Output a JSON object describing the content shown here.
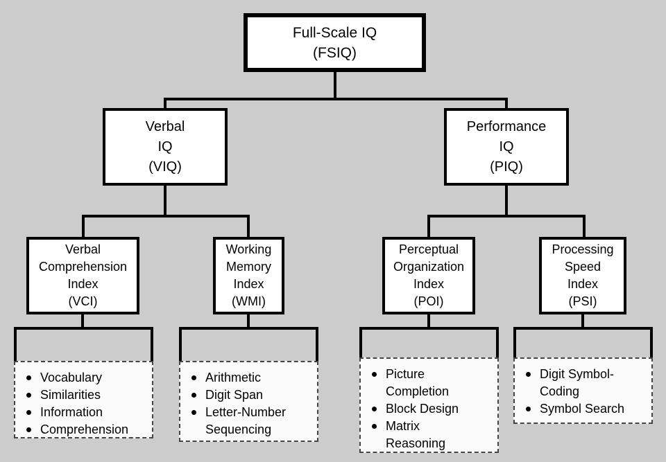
{
  "diagram": {
    "title": "Full-Scale IQ hierarchical structure",
    "background_color": "#cccccc",
    "box_fill": "#ffffff",
    "line_color": "#000000",
    "dashed_box_fill": "#fbfbfb",
    "dashed_border_color": "#444444"
  },
  "root": {
    "line1": "Full-Scale IQ",
    "line2": "(FSIQ)"
  },
  "tier2": [
    {
      "line1": "Verbal",
      "line2": "IQ",
      "line3": "(VIQ)"
    },
    {
      "line1": "Performance",
      "line2": "IQ",
      "line3": "(PIQ)"
    }
  ],
  "tier3": [
    {
      "line1": "Verbal",
      "line2": "Comprehension",
      "line3": "Index",
      "line4": "(VCI)"
    },
    {
      "line1": "Working",
      "line2": "Memory",
      "line3": "Index",
      "line4": "(WMI)"
    },
    {
      "line1": "Perceptual",
      "line2": "Organization",
      "line3": "Index",
      "line4": "(POI)"
    },
    {
      "line1": "Processing",
      "line2": "Speed",
      "line3": "Index",
      "line4": "(PSI)"
    }
  ],
  "subtests": {
    "vci": [
      "Vocabulary",
      "Similarities",
      "Information",
      "Comprehension"
    ],
    "wmi": [
      "Arithmetic",
      "Digit Span",
      "Letter-Number\nSequencing"
    ],
    "poi": [
      "Picture\nCompletion",
      "Block Design",
      "Matrix\nReasoning"
    ],
    "psi": [
      "Digit Symbol-\nCoding",
      "Symbol Search"
    ]
  }
}
